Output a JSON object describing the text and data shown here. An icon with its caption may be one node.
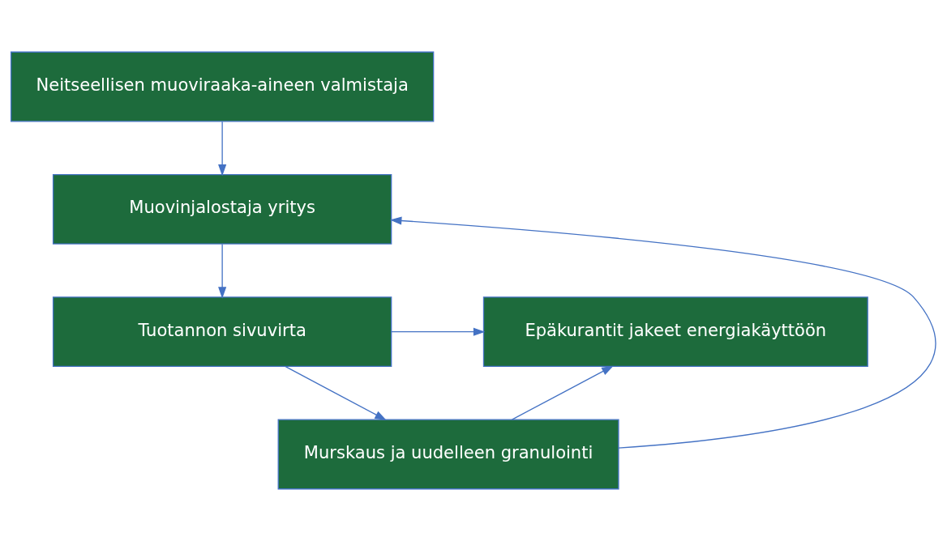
{
  "diagram": {
    "nodes": [
      {
        "text": [
          "Neitseellisen muoviraaka-aineen valmistaja"
        ]
      },
      {
        "text": [
          "Muovinjalostaja yritys"
        ]
      },
      {
        "text": [
          "Tuotannon sivuvirta"
        ]
      },
      {
        "text": [
          "Epäkurantit jakeet energiakäyttöön"
        ]
      },
      {
        "text": [
          "Murskaus ja uudelleen granulointi"
        ]
      }
    ],
    "edges": [
      {
        "from": 0,
        "to": 1,
        "arrow": "to"
      },
      {
        "from": 1,
        "to": 2,
        "arrow": "to"
      },
      {
        "from": 2,
        "to": 4,
        "arrow": "to"
      },
      {
        "from": 2,
        "to": 3,
        "arrow": "to"
      },
      {
        "from": 4,
        "to": 1,
        "arrow": "to"
      },
      {
        "from": 4,
        "to": 3,
        "arrow": "to"
      }
    ]
  }
}
